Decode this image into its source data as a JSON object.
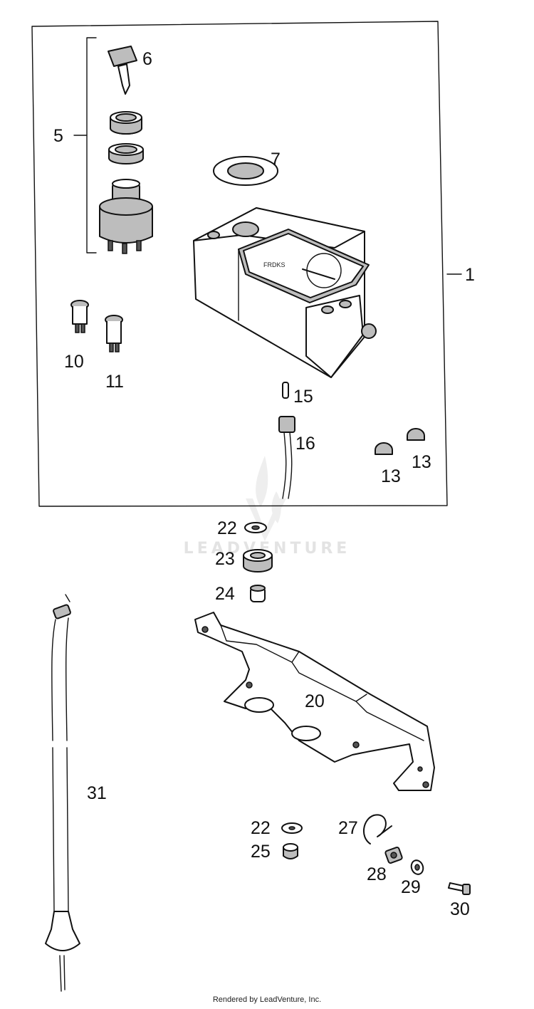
{
  "callouts": {
    "c1": "1",
    "c5": "5",
    "c6": "6",
    "c7": "7",
    "c10": "10",
    "c11": "11",
    "c13a": "13",
    "c13b": "13",
    "c15": "15",
    "c16": "16",
    "c20": "20",
    "c22a": "22",
    "c22b": "22",
    "c23": "23",
    "c24": "24",
    "c25": "25",
    "c27": "27",
    "c28": "28",
    "c29": "29",
    "c30": "30",
    "c31": "31"
  },
  "watermark": "LEADVENTURE",
  "footer": "Rendered by LeadVenture, Inc."
}
